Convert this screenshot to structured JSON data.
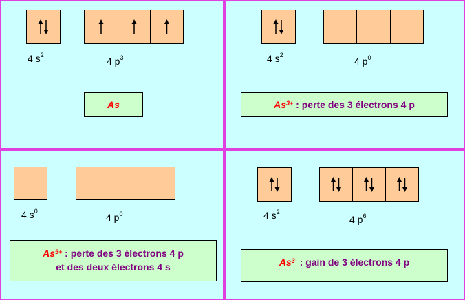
{
  "colors": {
    "panel_bg": "#ccffff",
    "grid_line": "#e040e0",
    "orbital_fill": "#ffcc99",
    "tag_bg": "#ccffcc",
    "tag_text": "#800080",
    "symbol": "#ff0000"
  },
  "q1": {
    "s_label": "4 s",
    "s_sup": "2",
    "s_arrows": [
      "updown"
    ],
    "p_label": "4 p",
    "p_sup": "3",
    "p_arrows": [
      "up",
      "up",
      "up"
    ],
    "tag_symbol": "As",
    "tag_sup": "",
    "tag_text": ""
  },
  "q2": {
    "s_label": "4 s",
    "s_sup": "2",
    "s_arrows": [
      "updown"
    ],
    "p_label": "4 p",
    "p_sup": "0",
    "p_arrows": [
      "",
      "",
      ""
    ],
    "tag_symbol": "As",
    "tag_sup": "3+",
    "tag_text": " : perte des 3 électrons 4 p"
  },
  "q3": {
    "s_label": "4 s",
    "s_sup": "0",
    "s_arrows": [
      ""
    ],
    "p_label": "4 p",
    "p_sup": "0",
    "p_arrows": [
      "",
      "",
      ""
    ],
    "tag_symbol": "As",
    "tag_sup": "5+",
    "tag_text": " : perte des 3 électrons 4 p",
    "tag_line2": "et des deux électrons 4 s"
  },
  "q4": {
    "s_label": "4 s",
    "s_sup": "2",
    "s_arrows": [
      "updown"
    ],
    "p_label": "4 p",
    "p_sup": "6",
    "p_arrows": [
      "updown",
      "updown",
      "updown"
    ],
    "tag_symbol": "As",
    "tag_sup": "3-",
    "tag_text": " : gain de 3 électrons 4 p"
  }
}
